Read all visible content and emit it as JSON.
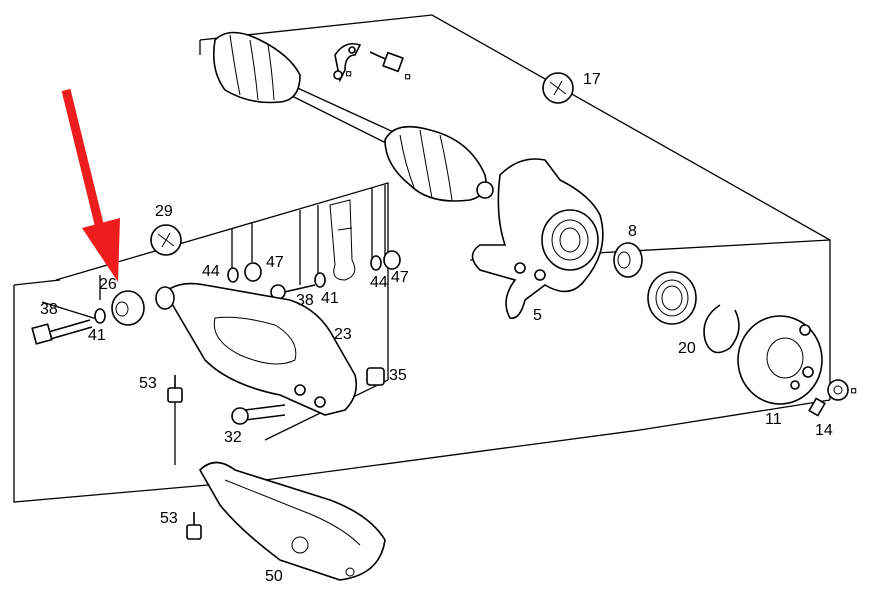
{
  "diagram": {
    "labels": {
      "p5": "5",
      "p8": "8",
      "p11": "11",
      "p14": "14",
      "p17": "17",
      "p20": "20",
      "p23": "23",
      "p26": "26",
      "p29": "29",
      "p32": "32",
      "p35": "35",
      "p38a": "38",
      "p38b": "38",
      "p41a": "41",
      "p41b": "41",
      "p44a": "44",
      "p44b": "44",
      "p47a": "47",
      "p47b": "47",
      "p50": "50",
      "p53a": "53",
      "p53b": "53",
      "mark1": "¤",
      "mark2": "¤",
      "mark3": "¤"
    },
    "colors": {
      "arrow": "#ee1c1c",
      "line": "#000000",
      "background": "#ffffff"
    },
    "icons": {
      "torque": "wrench-torque-icon",
      "pointer": "red-arrow-icon"
    }
  }
}
